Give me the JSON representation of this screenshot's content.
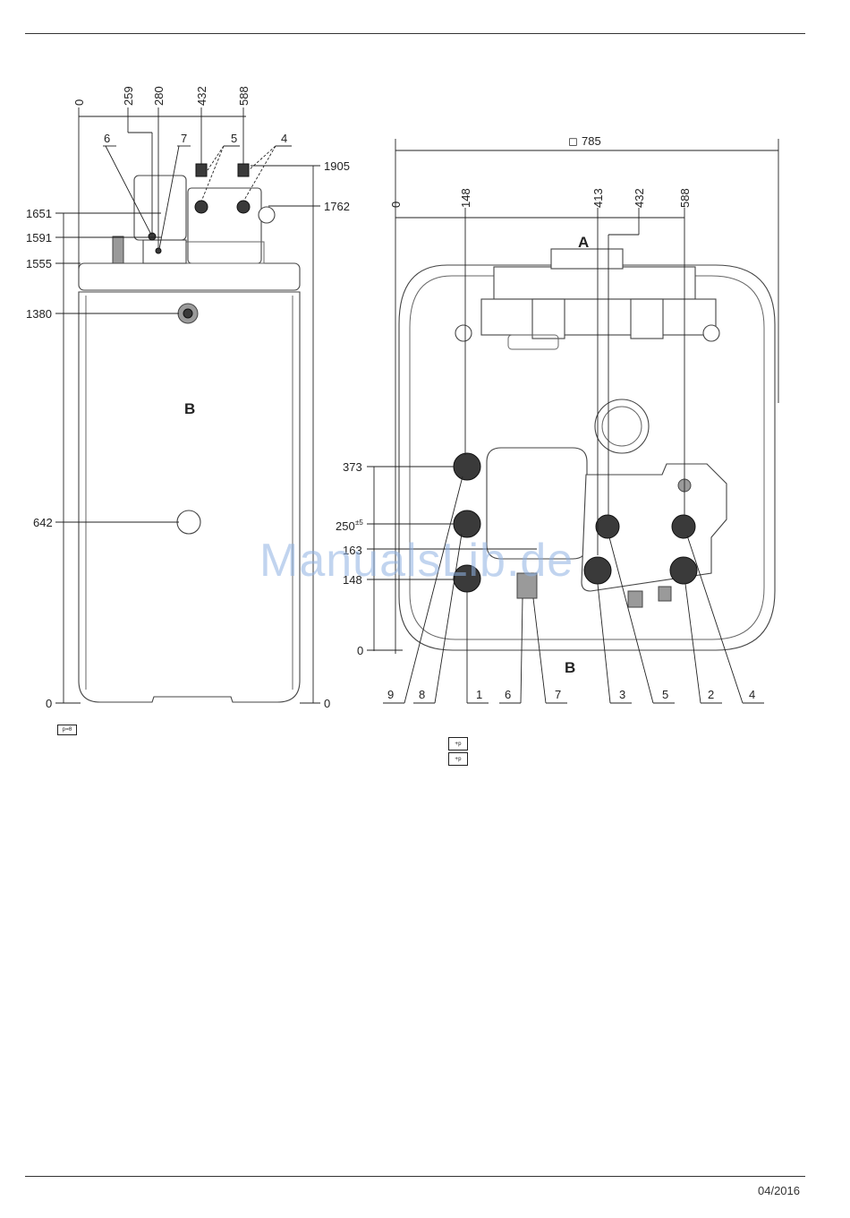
{
  "footer": {
    "date": "04/2016"
  },
  "watermark": "ManualsLib.de",
  "side_view": {
    "label": "B",
    "top_dims": [
      "0",
      "259",
      "280",
      "432",
      "588"
    ],
    "top_callouts": [
      "6",
      "7",
      "5",
      "4"
    ],
    "left_dims": [
      "1651",
      "1591",
      "1555",
      "1380",
      "642",
      "0"
    ],
    "right_dims": [
      "1905",
      "1762",
      "0"
    ],
    "badge": "p=0"
  },
  "top_view": {
    "label_a": "A",
    "label_b": "B",
    "width_dim": "785",
    "width_symbol": "◻",
    "top_dims": [
      "0",
      "148",
      "413",
      "432",
      "588"
    ],
    "left_dims": [
      "373",
      "250",
      "163",
      "148",
      "0"
    ],
    "tolerance": "±5",
    "bottom_callouts": [
      "9",
      "8",
      "1",
      "6",
      "7",
      "3",
      "5",
      "2",
      "4"
    ],
    "badges": [
      "+p",
      "+p"
    ]
  }
}
